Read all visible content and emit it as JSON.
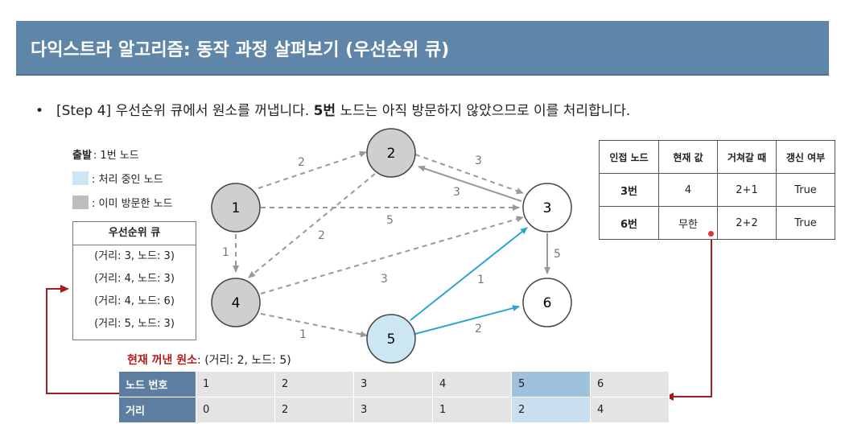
{
  "title": "다익스트라 알고리즘: 동작 과정 살펴보기 (우선순위 큐)",
  "step": {
    "bullet": "•",
    "label": "[Step 4]",
    "text_before": "우선순위 큐에서 원소를 꺼냅니다. ",
    "bold_node": "5번",
    "text_after": " 노드는 아직 방문하지 않았으므로 이를 처리합니다."
  },
  "legend": {
    "start_label": "출발",
    "start_value": ": 1번 노드",
    "processing": ": 처리 중인 노드",
    "visited": ": 이미 방문한 노드"
  },
  "priority_queue": {
    "title": "우선순위 큐",
    "items": [
      "(거리: 3, 노드: 3)",
      "(거리: 4, 노드: 3)",
      "(거리: 4, 노드: 6)",
      "(거리: 5, 노드: 3)"
    ]
  },
  "current": {
    "label": "현재 꺼낸 원소",
    "value": ": (거리: 2, 노드: 5)"
  },
  "graph": {
    "nodes": [
      {
        "id": "1",
        "state": "visited"
      },
      {
        "id": "2",
        "state": "visited"
      },
      {
        "id": "3",
        "state": "unvisited"
      },
      {
        "id": "4",
        "state": "visited"
      },
      {
        "id": "5",
        "state": "processing"
      },
      {
        "id": "6",
        "state": "unvisited"
      }
    ],
    "edges": [
      {
        "from": "1",
        "to": "2",
        "weight": "2",
        "style": "dashed"
      },
      {
        "from": "1",
        "to": "3",
        "weight": "5",
        "style": "dashed"
      },
      {
        "from": "1",
        "to": "4",
        "weight": "1",
        "style": "dashed"
      },
      {
        "from": "2",
        "to": "3",
        "weight": "3",
        "style": "dashed"
      },
      {
        "from": "2",
        "to": "4",
        "weight": "2",
        "style": "dashed"
      },
      {
        "from": "3",
        "to": "2",
        "weight": "3",
        "style": "solid"
      },
      {
        "from": "3",
        "to": "6",
        "weight": "5",
        "style": "solid"
      },
      {
        "from": "4",
        "to": "3",
        "weight": "3",
        "style": "dashed"
      },
      {
        "from": "4",
        "to": "5",
        "weight": "1",
        "style": "dashed"
      },
      {
        "from": "5",
        "to": "3",
        "weight": "1",
        "style": "active"
      },
      {
        "from": "5",
        "to": "6",
        "weight": "2",
        "style": "active"
      }
    ]
  },
  "adjacency_table": {
    "headers": [
      "인접 노드",
      "현재 값",
      "거쳐갈 때",
      "갱신 여부"
    ],
    "rows": [
      [
        "3번",
        "4",
        "2+1",
        "True"
      ],
      [
        "6번",
        "무한",
        "2+2",
        "True"
      ]
    ]
  },
  "distance_table": {
    "row1_label": "노드 번호",
    "row2_label": "거리",
    "nodes": [
      "1",
      "2",
      "3",
      "4",
      "5",
      "6"
    ],
    "distances": [
      "0",
      "2",
      "3",
      "1",
      "2",
      "4"
    ]
  },
  "colors": {
    "title_bg": "#5f86a8",
    "visited": "#cfcfcf",
    "processing": "#cde6f3",
    "active_edge": "#2aa6cf",
    "arrow_red": "#a61c1c"
  }
}
